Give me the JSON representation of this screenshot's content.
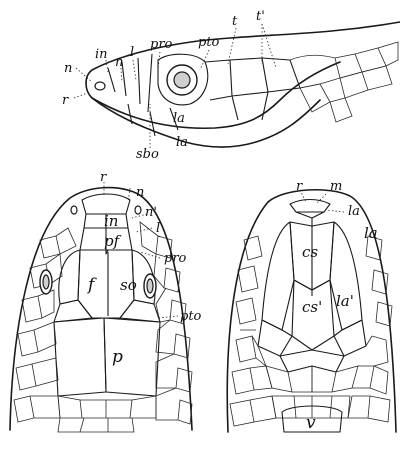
{
  "side_view": {
    "labels": {
      "n_outer": "n",
      "in": "in",
      "n_inner": "n",
      "l": "l",
      "pro": "pro",
      "pto": "pto",
      "t": "t",
      "t_prime": "t'",
      "r": "r",
      "la_upper": "la",
      "la_lower": "la",
      "sbo": "sbo"
    }
  },
  "top_view": {
    "labels": {
      "r": "r",
      "n": "n",
      "in": "in",
      "n_prime": "n'",
      "l": "l",
      "pf": "pf",
      "pro": "pro",
      "f": "f",
      "so": "so",
      "pto": "pto",
      "p": "p"
    }
  },
  "bottom_view": {
    "labels": {
      "r": "r",
      "m": "m",
      "la_small": "la",
      "la": "la",
      "cs": "cs",
      "cs_prime": "cs'",
      "la_prime": "la'",
      "v": "v"
    }
  }
}
